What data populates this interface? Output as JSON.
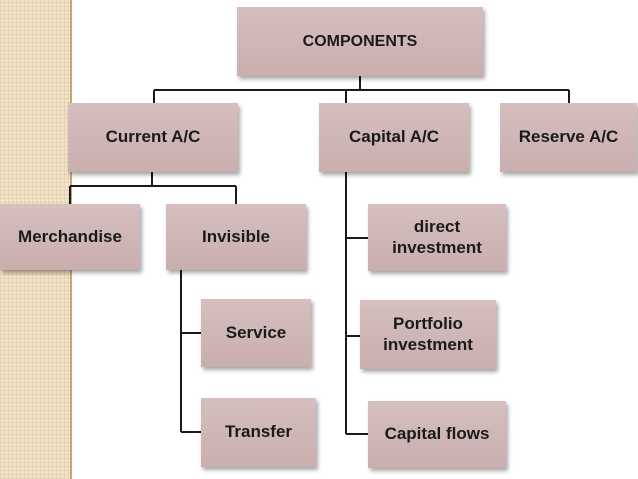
{
  "diagram": {
    "root": {
      "label": "COMPONENTS"
    },
    "level1": [
      {
        "label": "Current A/C"
      },
      {
        "label": "Capital A/C"
      },
      {
        "label": "Reserve A/C"
      }
    ],
    "current_children": [
      {
        "label": "Merchandise"
      },
      {
        "label": "Invisible"
      }
    ],
    "invisible_children": [
      {
        "label": "Service"
      },
      {
        "label": "Transfer"
      }
    ],
    "capital_children": [
      {
        "label": "direct investment"
      },
      {
        "label": "Portfolio investment"
      },
      {
        "label": "Capital flows"
      }
    ]
  },
  "colors": {
    "node_fill": "#cdb3b3",
    "connector": "#1a1a1a",
    "side_strip": "#f3e2c4"
  }
}
